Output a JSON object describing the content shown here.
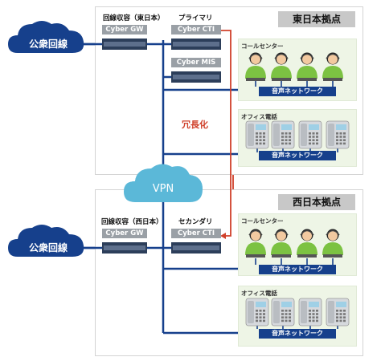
{
  "east": {
    "site_title": "東日本拠点",
    "line_label": "回線収容（東日本）",
    "primary_label": "プライマリ",
    "gw_label": "Cyber GW",
    "cti_label": "Cyber CTI",
    "mis_label": "Cyber MIS",
    "call_center_label": "コールセンター",
    "call_center_network": "音声ネットワーク",
    "office_label": "オフィス電話",
    "office_network": "音声ネットワーク"
  },
  "west": {
    "site_title": "西日本拠点",
    "line_label": "回線収容（西日本）",
    "secondary_label": "セカンダリ",
    "gw_label": "Cyber GW",
    "cti_label": "Cyber CTI",
    "call_center_label": "コールセンター",
    "call_center_network": "音声ネットワーク",
    "office_label": "オフィス電話",
    "office_network": "音声ネットワーク"
  },
  "public_line_east": "公衆回線",
  "public_line_west": "公衆回線",
  "vpn_label": "VPN",
  "redundancy_label": "冗長化",
  "colors": {
    "navy": "#16408c",
    "cloud": "#5bb8d8",
    "red": "#d0402a",
    "section_bg": "#eef5e6",
    "label_grey": "#9aa0a6",
    "agent_green": "#7cc242"
  },
  "icons": {
    "cloud": "cloud-icon",
    "switch": "network-switch-icon",
    "operator": "headset-operator-icon",
    "phone": "office-phone-icon"
  }
}
